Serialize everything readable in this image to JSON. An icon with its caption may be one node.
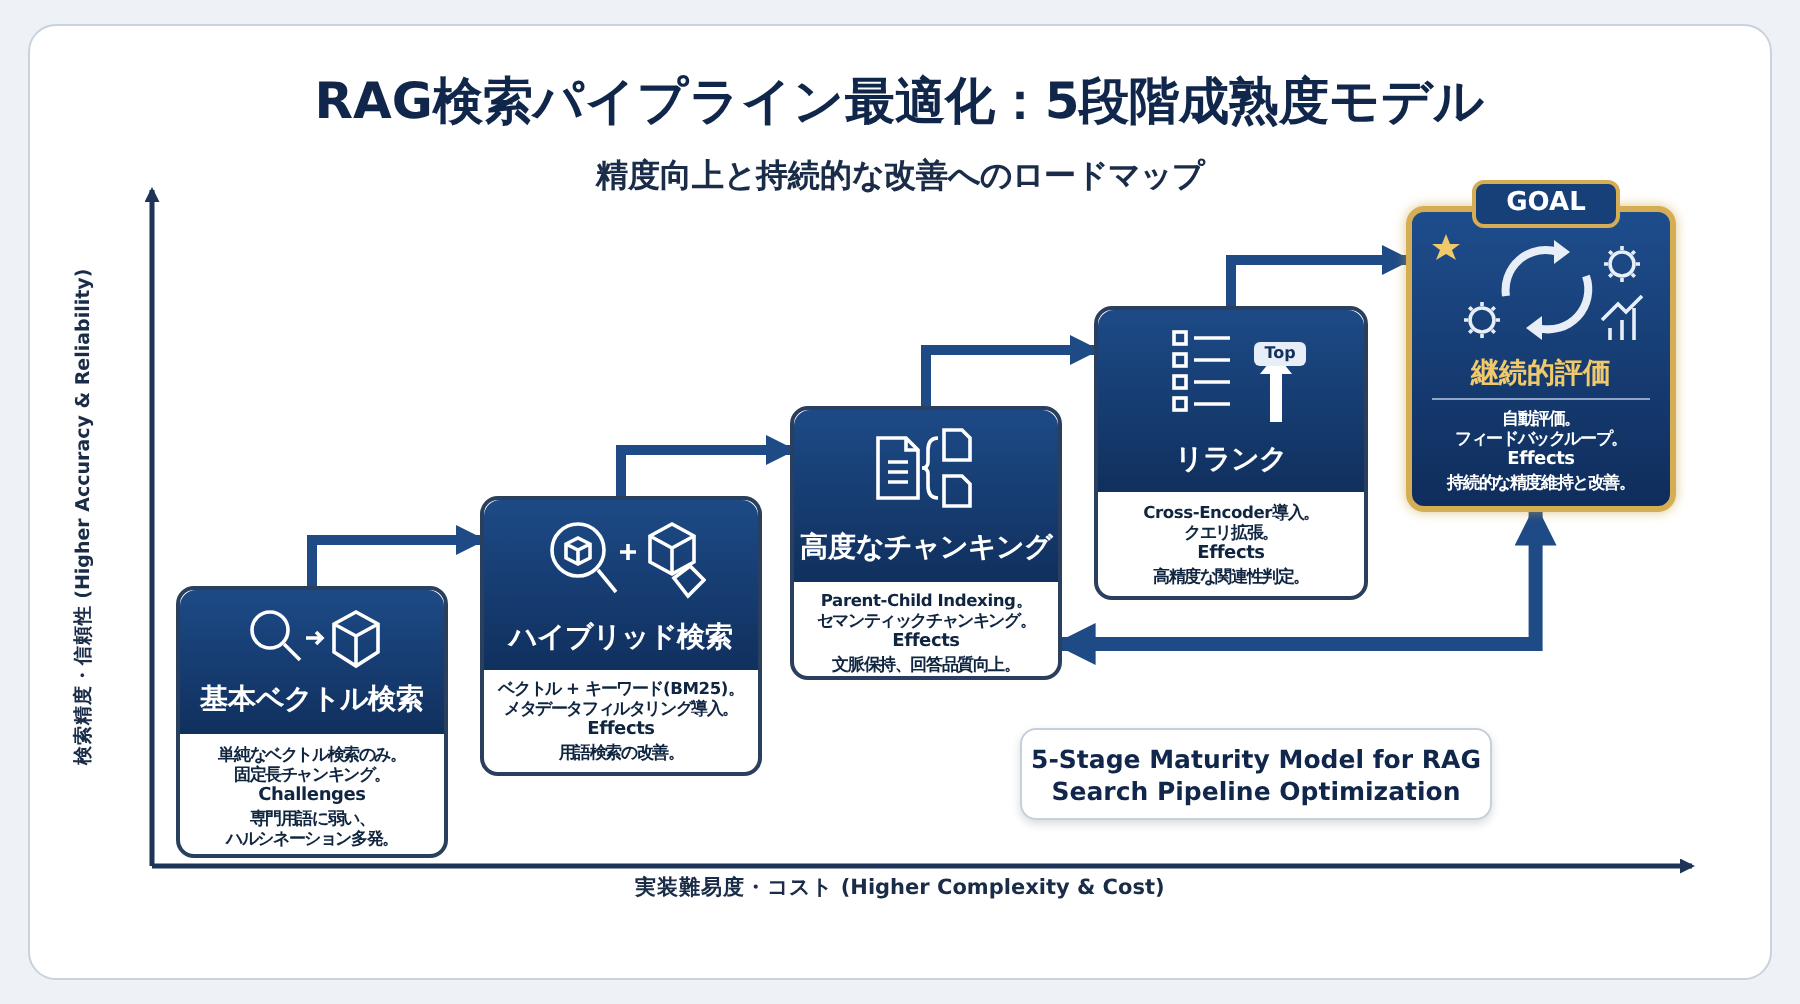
{
  "diagram": {
    "title": "RAG検索パイプライン最適化：5段階成熟度モデル",
    "nodes": [
      {
        "text": [
          "基本ベクトル検索",
          "単純なベクトル検索のみ。固定長チャンキング。",
          "Challenges",
          "専門用語に弱い、ハルシネーション多発。"
        ]
      },
      {
        "text": [
          "ハイブリッド検索",
          "ベクトル + キーワード(BM25)。メタデータフィルタリング導入。",
          "Effects",
          "用語検索の改善。"
        ]
      },
      {
        "text": [
          "高度なチャンキング",
          "Parent-Child Indexing。セマンティックチャンキング。",
          "Effects",
          "文脈保持、回答品質向上。"
        ]
      },
      {
        "text": [
          "リランク",
          "Cross-Encoder導入。クエリ拡張。",
          "Effects",
          "高精度な関連性判定。"
        ]
      },
      {
        "text": [
          "GOAL",
          "継続的評価",
          "自動評価。フィードバックループ。",
          "Effects",
          "持続的な精度維持と改善。"
        ]
      },
      {
        "text": [
          "5-Stage Maturity Model for RAG Search Pipeline Optimization"
        ]
      }
    ],
    "edges": [
      {
        "from": 0,
        "to": 1,
        "arrow": "to"
      },
      {
        "from": 1,
        "to": 2,
        "arrow": "to"
      },
      {
        "from": 2,
        "to": 3,
        "arrow": "to"
      },
      {
        "from": 3,
        "to": 4,
        "arrow": "to"
      },
      {
        "from": 4,
        "to": 2,
        "arrow": "both"
      }
    ],
    "labels": [
      "精度向上と持続的な改善へのロードマップ",
      "検索精度・信頼性 (Higher Accuracy & Reliability)",
      "Top",
      "実装難易度・コスト (Higher Complexity & Cost)"
    ]
  }
}
